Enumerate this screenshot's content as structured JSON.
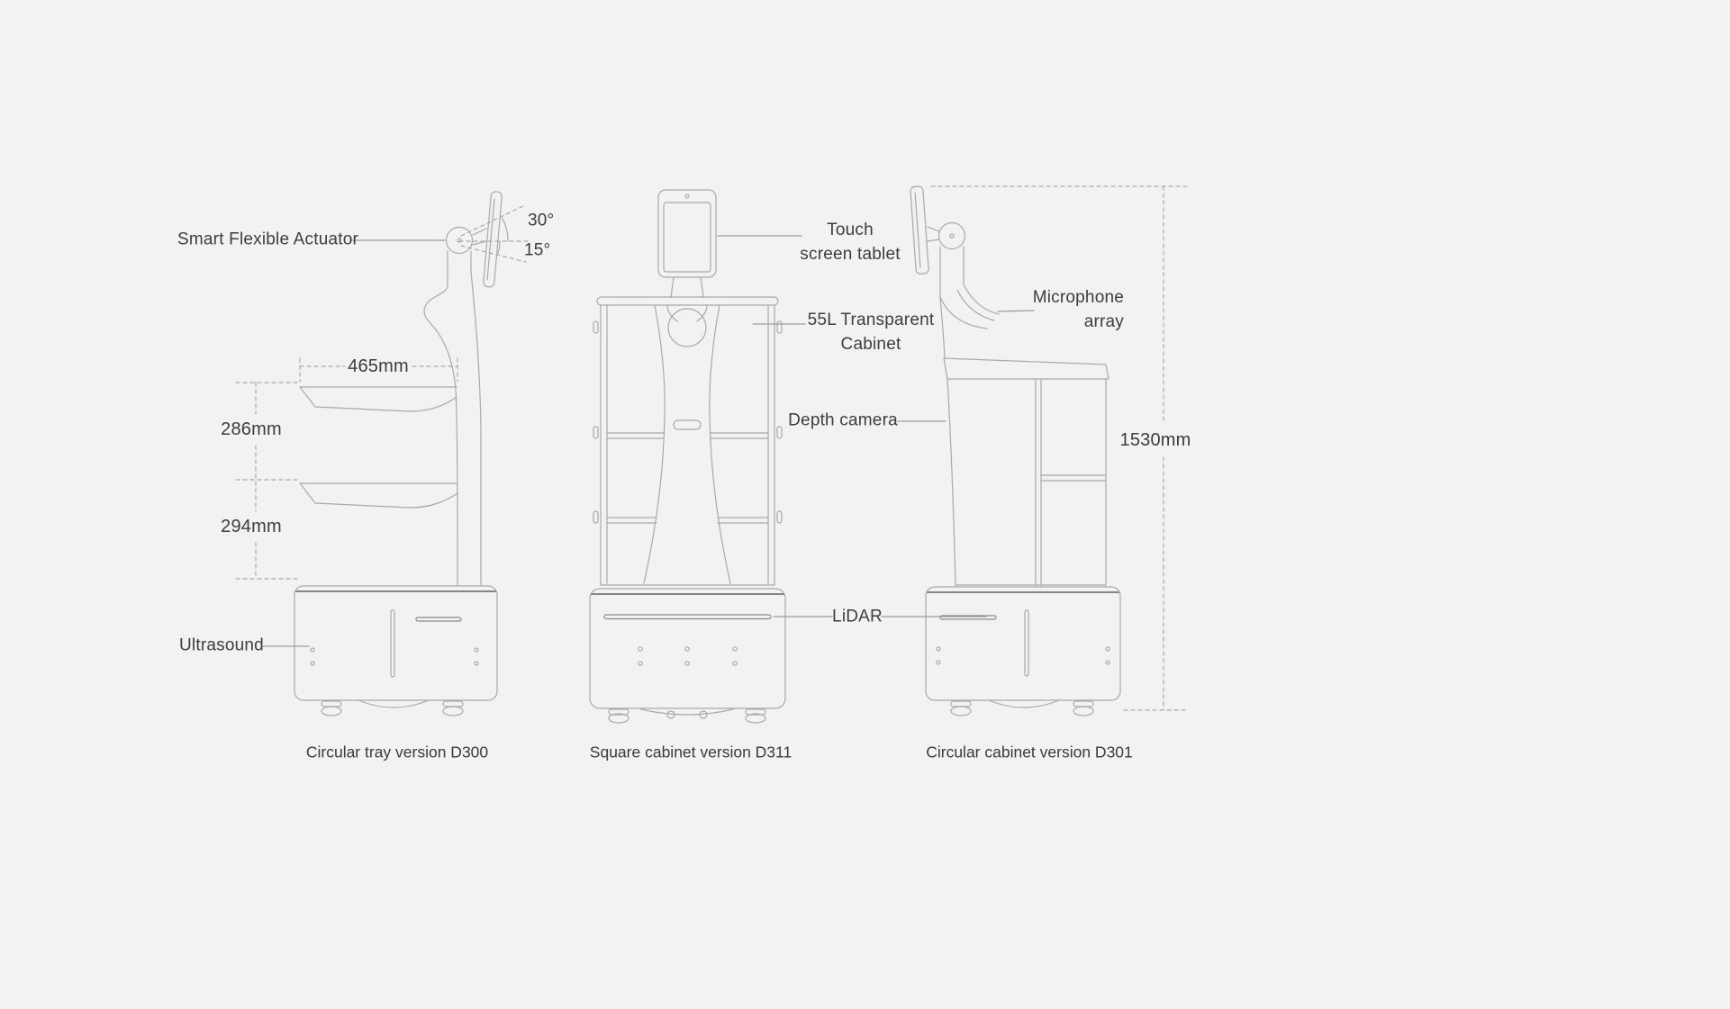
{
  "colors": {
    "background": "#f2f2f2",
    "line": "#a9a9a9",
    "line_dark": "#858585",
    "leader": "#9b9b9b",
    "text": "#3d3d3d"
  },
  "annotations": {
    "smart_flexible_actuator": "Smart Flexible Actuator",
    "tilt_up_angle": "30°",
    "tilt_down_angle": "15°",
    "tray_width": "465mm",
    "tray_gap_upper": "286mm",
    "tray_gap_lower": "294mm",
    "ultrasound": "Ultrasound",
    "touch_screen_tablet": {
      "line1": "Touch",
      "line2": "screen tablet"
    },
    "transparent_cabinet": {
      "line1": "55L Transparent",
      "line2": "Cabinet"
    },
    "depth_camera": "Depth camera",
    "lidar": "LiDAR",
    "microphone_array": {
      "line1": "Microphone",
      "line2": "array"
    },
    "overall_height": "1530mm"
  },
  "captions": {
    "d300": "Circular tray version D300",
    "d311": "Square cabinet version D311",
    "d301": "Circular cabinet version D301"
  }
}
